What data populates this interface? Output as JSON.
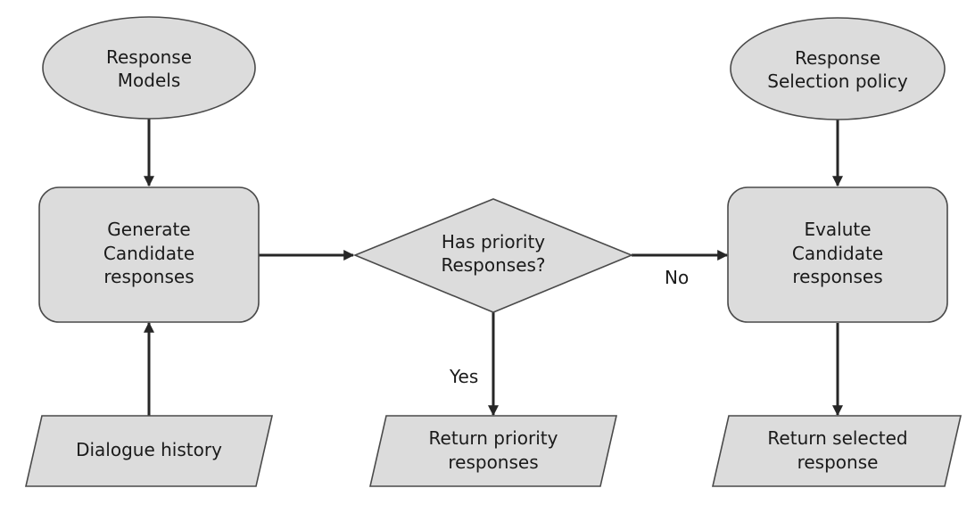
{
  "nodes": {
    "response_models": {
      "lines": [
        "Response",
        "Models"
      ]
    },
    "generate_candidates": {
      "lines": [
        "Generate",
        "Candidate",
        "responses"
      ]
    },
    "dialogue_history": {
      "lines": [
        "Dialogue history"
      ]
    },
    "priority_check": {
      "lines": [
        "Has priority",
        "Responses?"
      ]
    },
    "return_priority": {
      "lines": [
        "Return priority",
        "responses"
      ]
    },
    "selection_policy": {
      "lines": [
        "Response",
        "Selection policy"
      ]
    },
    "evaluate_candidates": {
      "lines": [
        "Evalute",
        "Candidate",
        "responses"
      ]
    },
    "return_selected": {
      "lines": [
        "Return selected",
        "response"
      ]
    }
  },
  "edges": {
    "no_label": "No",
    "yes_label": "Yes"
  }
}
